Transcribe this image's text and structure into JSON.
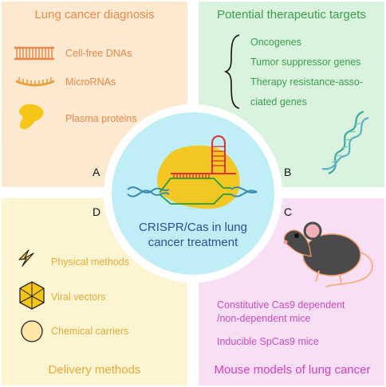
{
  "panels": {
    "a": {
      "letter": "A",
      "title": "Lung cancer diagnosis",
      "items": [
        "Cell-free DNAs",
        "MicroRNAs",
        "Plasma proteins"
      ]
    },
    "b": {
      "letter": "B",
      "title": "Potential therapeutic targets",
      "items": [
        "Oncogenes",
        "Tumor suppressor genes",
        "Therapy resistance-asso-",
        "ciated genes"
      ]
    },
    "c": {
      "letter": "C",
      "title": "Mouse models of lung cancer",
      "items": [
        "Constitutive Cas9 dependent",
        "/non-dependent mice",
        "Inducible SpCas9 mice"
      ]
    },
    "d": {
      "letter": "D",
      "title": "Delivery methods",
      "items": [
        "Physical methods",
        "Viral vectors",
        "Chemical carriers"
      ]
    }
  },
  "center": {
    "line1": "CRISPR/Cas in lung",
    "line2": "cancer treatment"
  },
  "colors": {
    "diagnosis": "#e9884a",
    "targets": "#3aa04a",
    "delivery": "#e8a93a",
    "mouse": "#d23fbf",
    "center_text": "#2b4f9c",
    "center_fill": "#bfeef7"
  },
  "icons": [
    "dna-strand-icon",
    "microrna-icon",
    "protein-blob-icon",
    "dna-helix-icon",
    "lightning-icon",
    "virus-icon",
    "carrier-sphere-icon",
    "mouse-icon",
    "cas9-complex-icon"
  ]
}
